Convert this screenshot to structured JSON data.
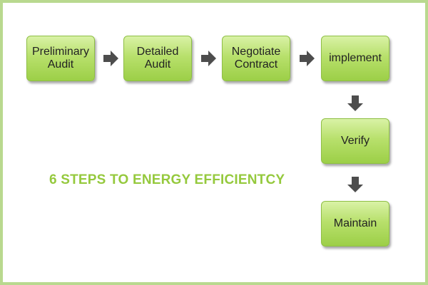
{
  "diagram": {
    "title": "6 STEPS TO ENERGY EFFICIENTCY",
    "steps": [
      {
        "line1": "Preliminary",
        "line2": "Audit"
      },
      {
        "line1": "Detailed",
        "line2": "Audit"
      },
      {
        "line1": "Negotiate",
        "line2": "Contract"
      },
      {
        "line1": "implement",
        "line2": ""
      },
      {
        "line1": "Verify",
        "line2": ""
      },
      {
        "line1": "Maintain",
        "line2": ""
      }
    ],
    "colors": {
      "box_fill": "#b8e06c",
      "box_border": "#8fbf45",
      "title": "#95c93d",
      "arrow": "#4d4d4d",
      "frame": "#b9d98f"
    },
    "arrow_icon": "arrow-icon"
  }
}
